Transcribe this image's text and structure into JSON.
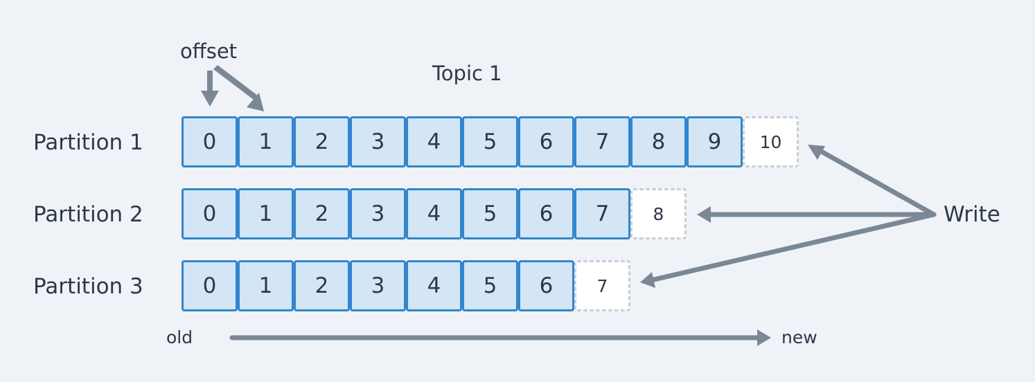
{
  "diagram": {
    "topic_title": "Topic 1",
    "offset_label": "offset",
    "write_label": "Write",
    "old_label": "old",
    "new_label": "new",
    "colors": {
      "background": "#eff3f7",
      "cell_fill": "#d4e5f6",
      "cell_border": "#2f86d3",
      "pending_border": "#c7d0d9",
      "arrow": "#7a8896",
      "text": "#2c3846"
    },
    "partitions": [
      {
        "label": "Partition 1",
        "offsets": [
          "0",
          "1",
          "2",
          "3",
          "4",
          "5",
          "6",
          "7",
          "8",
          "9"
        ],
        "next_offset": "10"
      },
      {
        "label": "Partition 2",
        "offsets": [
          "0",
          "1",
          "2",
          "3",
          "4",
          "5",
          "6",
          "7"
        ],
        "next_offset": "8"
      },
      {
        "label": "Partition 3",
        "offsets": [
          "0",
          "1",
          "2",
          "3",
          "4",
          "5",
          "6"
        ],
        "next_offset": "7"
      }
    ]
  }
}
